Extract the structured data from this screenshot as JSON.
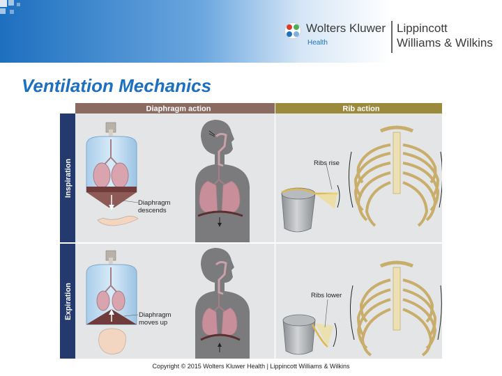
{
  "slide": {
    "title": "Ventilation Mechanics",
    "copyright": "Copyright © 2015 Wolters Kluwer Health | Lippincott Williams & Wilkins"
  },
  "logo": {
    "brand": "Wolters Kluwer",
    "sub": "Health",
    "partner_line1": "Lippincott",
    "partner_line2": "Williams & Wilkins"
  },
  "figure": {
    "col_diaphragm": "Diaphragm action",
    "col_rib": "Rib action",
    "row_inspiration": "Inspiration",
    "row_expiration": "Expiration",
    "label_descend_1": "Diaphragm",
    "label_descend_2": "descends",
    "label_moves_1": "Diaphragm",
    "label_moves_2": "moves up",
    "label_ribs_rise": "Ribs rise",
    "label_ribs_lower": "Ribs lower"
  },
  "colors": {
    "banner_blue": "#1d6fbf",
    "title_blue": "#1d6fbf",
    "diaphragm_header": "#8b6a62",
    "rib_header": "#9c8a3c",
    "row_bar": "#243a6e"
  }
}
